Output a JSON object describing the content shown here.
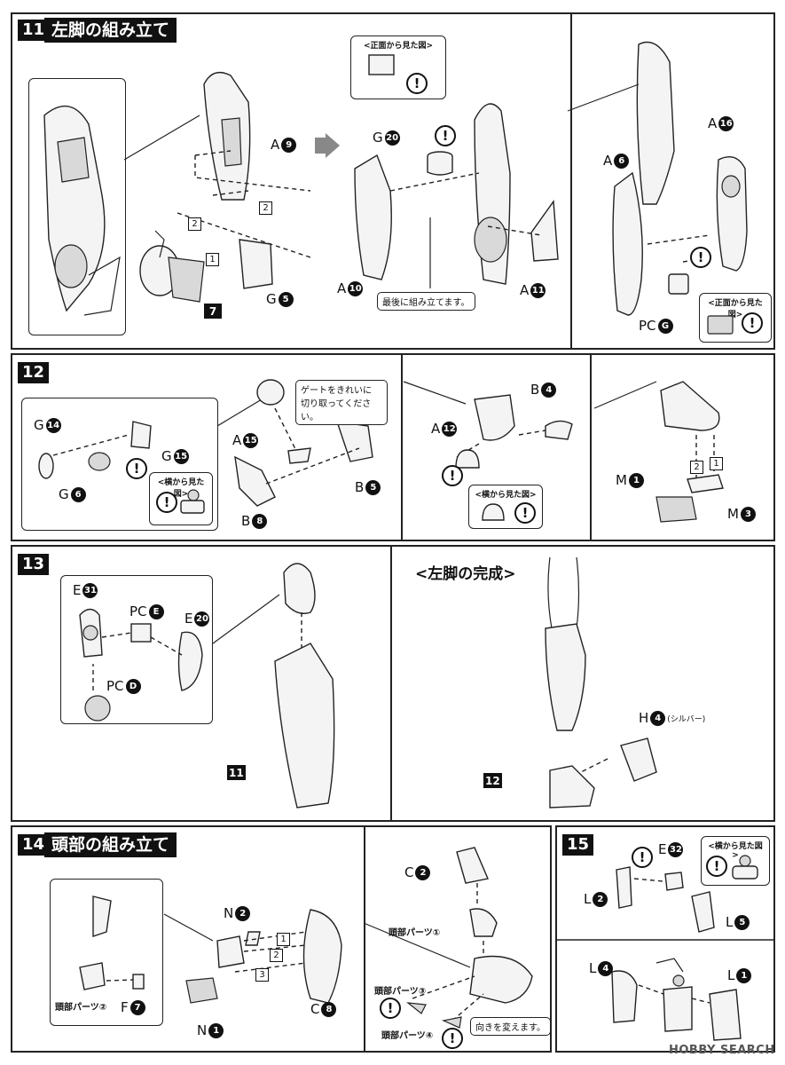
{
  "steps": {
    "s11": {
      "num": "11",
      "title": "左脚の組み立て"
    },
    "s12": {
      "num": "12"
    },
    "s13": {
      "num": "13",
      "completion_title": "<左脚の完成>"
    },
    "s14": {
      "num": "14",
      "title": "頭部の組み立て"
    },
    "s15": {
      "num": "15"
    }
  },
  "callouts": {
    "front_view": "<正面から見た図>",
    "side_view": "<横から見た図>"
  },
  "notes": {
    "assemble_last": "最後に組み立てます。",
    "cut_gate": "ゲートをきれいに 切り取ってください。",
    "change_direction": "向きを変えます。"
  },
  "warn_mark": "!",
  "parts": {
    "A": "A",
    "B": "B",
    "C": "C",
    "E": "E",
    "F": "F",
    "G": "G",
    "H": "H",
    "L": "L",
    "M": "M",
    "N": "N",
    "PC": "PC",
    "n9": "9",
    "n2": "2",
    "n5": "5",
    "n7": "7",
    "n1": "1",
    "n10": "10",
    "n11": "11",
    "n20": "20",
    "n16": "16",
    "n6": "6",
    "n14": "14",
    "n15": "15",
    "n8": "8",
    "n12": "12",
    "n4": "4",
    "n3": "3",
    "n31": "31",
    "n32": "32",
    "pcG": "G",
    "pcE": "E",
    "pcD": "D",
    "silver": "(シルバー)",
    "head1": "頭部パーツ①",
    "head2": "頭部パーツ②",
    "head3": "頭部パーツ③",
    "head4": "頭部パーツ④"
  },
  "order_marks": [
    "1",
    "2",
    "3"
  ],
  "watermark": "HOBBY SEARCH"
}
